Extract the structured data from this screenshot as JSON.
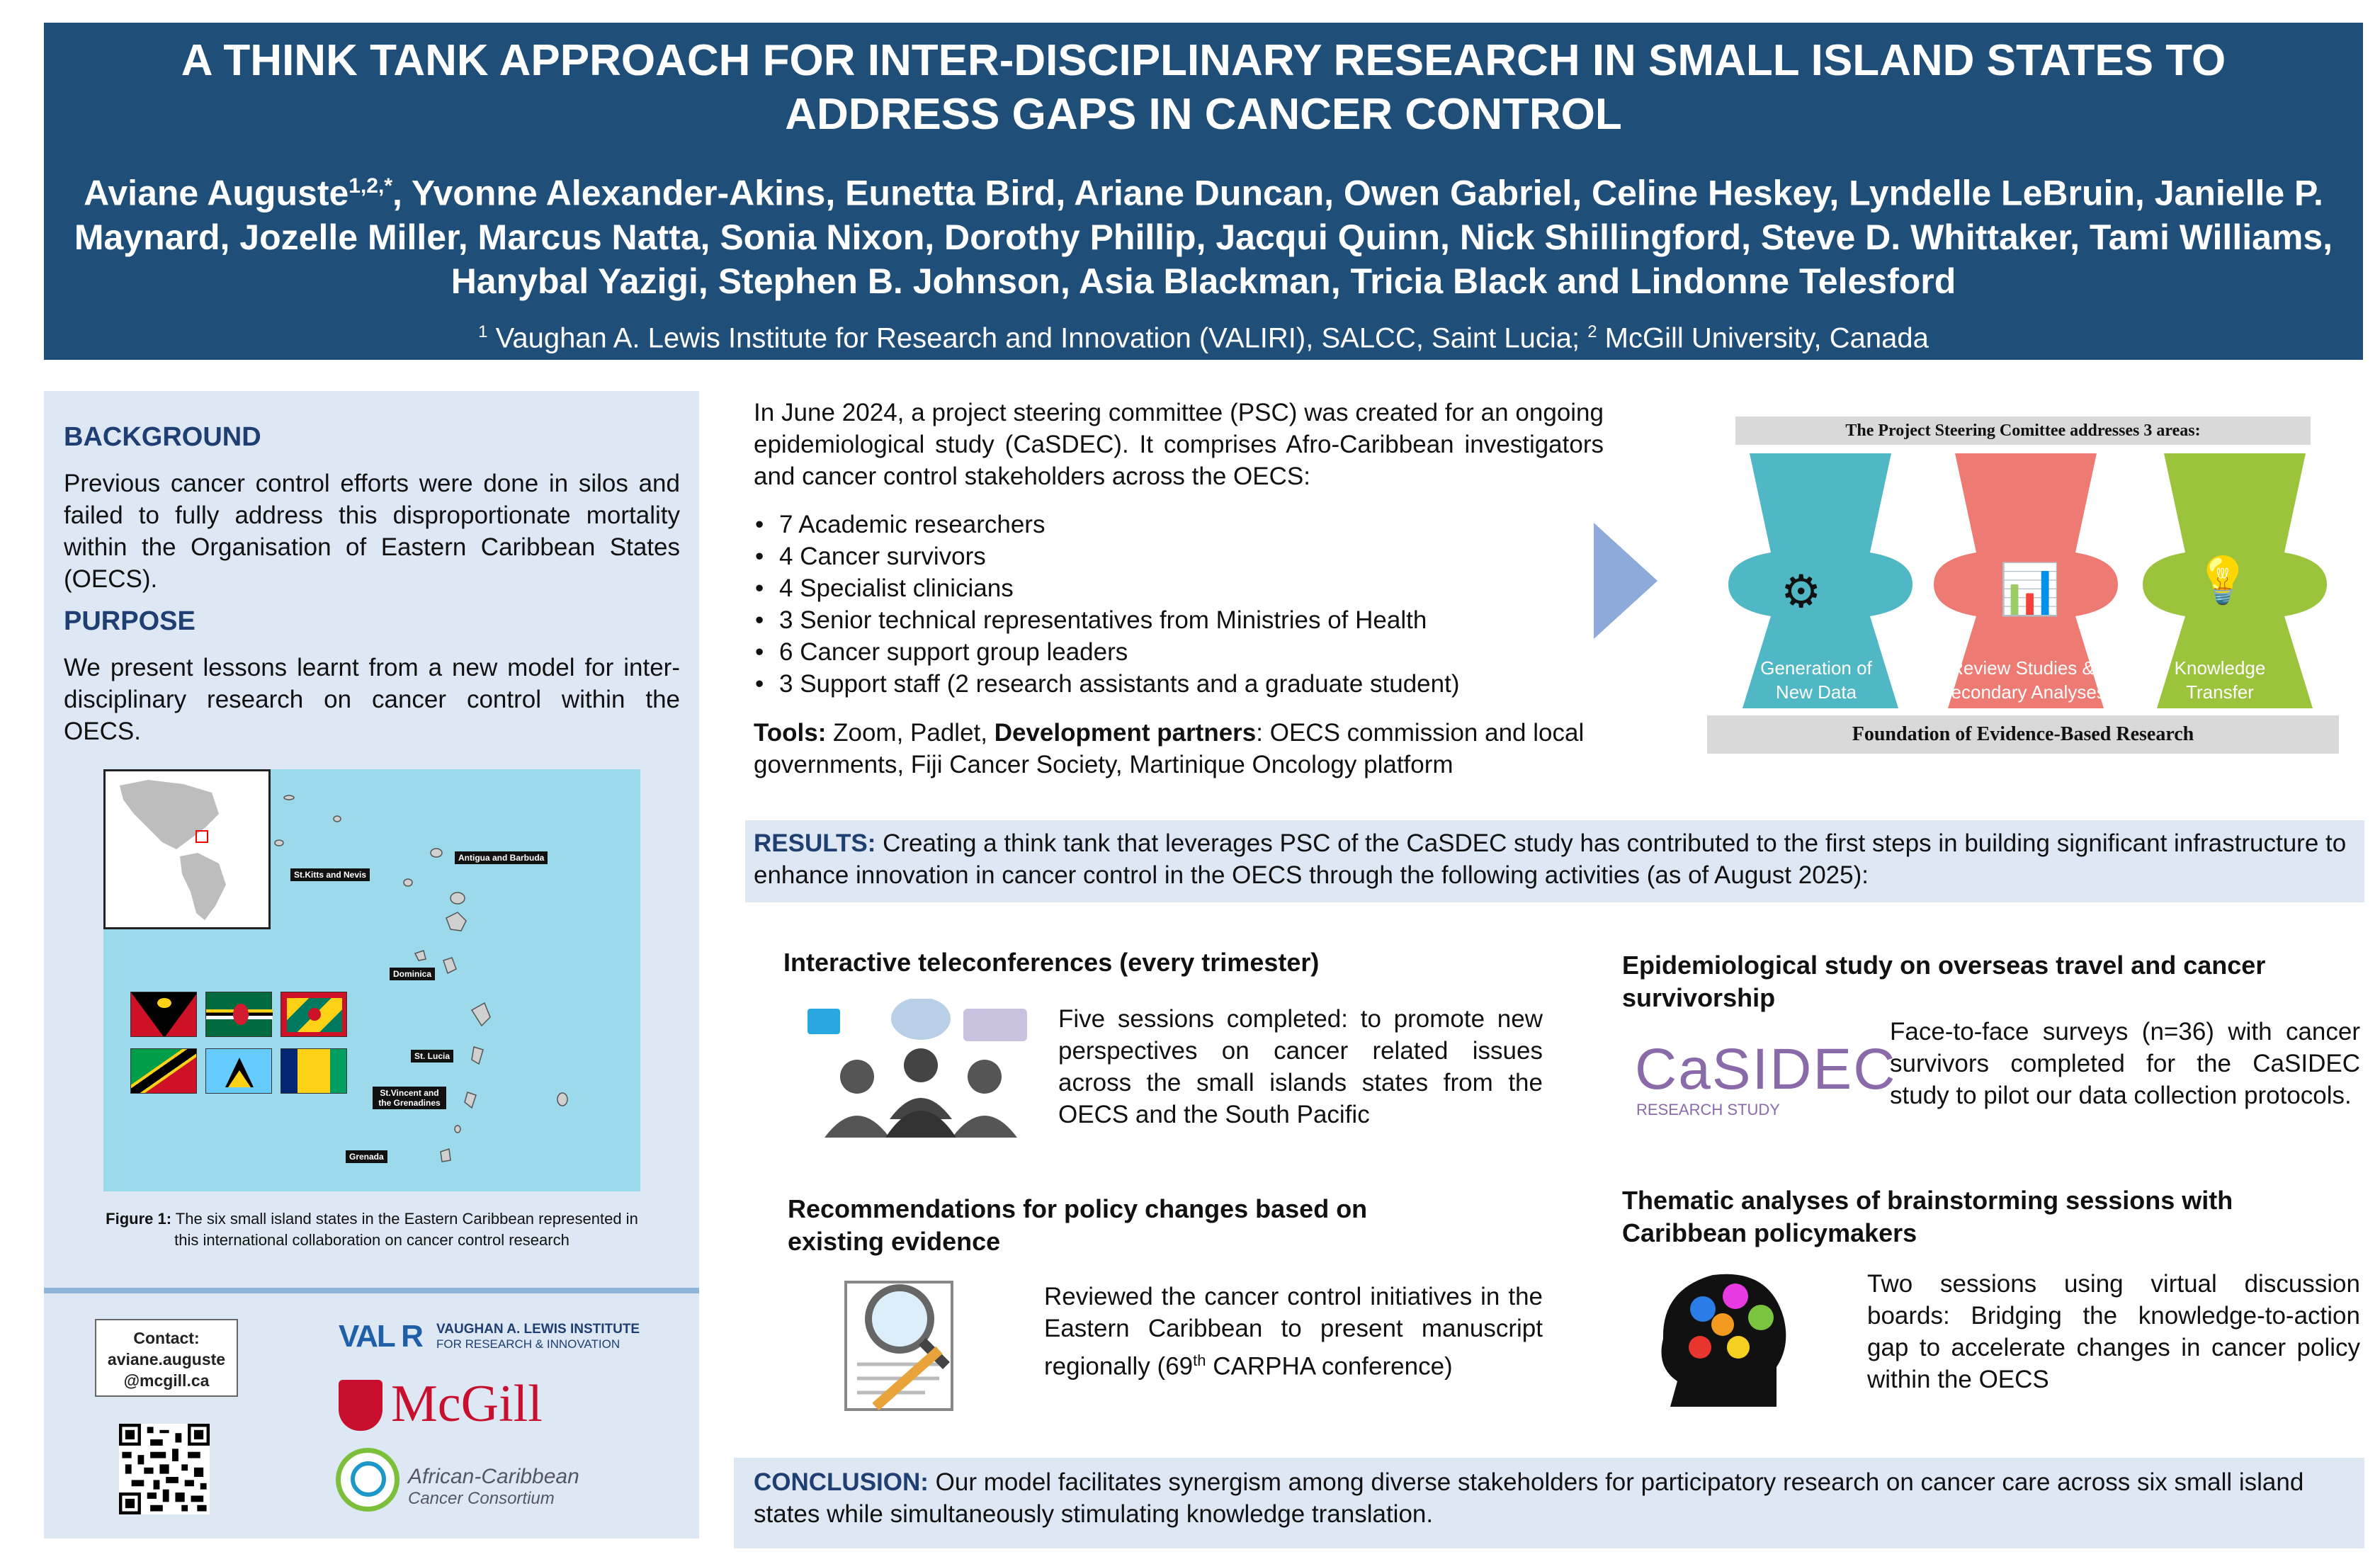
{
  "header": {
    "title": "A THINK TANK APPROACH FOR INTER-DISCIPLINARY RESEARCH IN SMALL ISLAND STATES TO ADDRESS GAPS IN CANCER CONTROL",
    "first_author": "Aviane Auguste",
    "first_author_sup": "1,2,*",
    "authors_rest": ", Yvonne Alexander-Akins, Eunetta Bird, Ariane Duncan, Owen Gabriel, Celine Heskey, Lyndelle LeBruin, Janielle P. Maynard, Jozelle Miller, Marcus Natta, Sonia Nixon, Dorothy Phillip, Jacqui Quinn, Nick Shillingford, Steve D. Whittaker, Tami Williams, Hanybal Yazigi, Stephen B. Johnson, Asia Blackman, Tricia Black and Lindonne Telesford",
    "affil_sup1": "1",
    "affil_1": " Vaughan A. Lewis Institute for Research and Innovation (VALIRI), SALCC, Saint Lucia; ",
    "affil_sup2": "2",
    "affil_2": " McGill University, Canada"
  },
  "left": {
    "background_heading": "BACKGROUND",
    "background_text": "Previous cancer control efforts were done in silos and failed to fully address this disproportionate mortality within the Organisation of Eastern Caribbean States (OECS).",
    "purpose_heading": "PURPOSE",
    "purpose_text": "We present lessons learnt from a new model for inter-disciplinary research on cancer control within the OECS.",
    "map_labels": [
      "St.Kitts and Nevis",
      "Antigua and Barbuda",
      "Dominica",
      "St. Lucia",
      "St.Vincent and the Grenadines",
      "Grenada"
    ],
    "figure_label": "Figure 1:",
    "figure_caption": " The six small island states in the Eastern Caribbean represented in this international collaboration on cancer control research",
    "contact_label": "Contact:",
    "contact_email_1": "aviane.auguste",
    "contact_email_2": "@mcgill.ca",
    "logo_valiri_mark": "VAL R",
    "logo_valiri_line1": "VAUGHAN A. LEWIS INSTITUTE",
    "logo_valiri_line2": "FOR RESEARCH & INNOVATION",
    "logo_mcgill": "McGill",
    "logo_acc_line1": "African-Caribbean",
    "logo_acc_line2": "Cancer Consortium"
  },
  "intro": {
    "text": "In June 2024, a project steering committee (PSC) was created for an ongoing epidemiological study (CaSDEC). It comprises Afro-Caribbean investigators and cancer control stakeholders across the OECS:",
    "bullets": [
      "7 Academic researchers",
      "4 Cancer survivors",
      "4 Specialist clinicians",
      "3 Senior technical representatives from Ministries of Health",
      "6 Cancer support group leaders",
      "3 Support staff (2 research assistants and a graduate student)"
    ],
    "tools_label": "Tools:",
    "tools_text": " Zoom, Padlet, ",
    "partners_label": "Development partners",
    "partners_text": ": OECS commission and local governments, Fiji Cancer Society, Martinique Oncology platform"
  },
  "psc_diagram": {
    "header": "The Project Steering Comittee addresses 3 areas:",
    "pillars": [
      {
        "label": "Generation of New Data",
        "color": "#4fb8c4"
      },
      {
        "label": "Review Studies & Secondary Analyses",
        "color": "#ee7b73"
      },
      {
        "label": "Knowledge Transfer",
        "color": "#9cc33c"
      }
    ],
    "footer": "Foundation of Evidence-Based Research"
  },
  "results": {
    "label": "RESULTS:",
    "text": " Creating a think tank that leverages PSC of the CaSDEC study has contributed to the first steps in building significant infrastructure to enhance innovation in cancer control in the OECS through the following activities (as of August 2025):"
  },
  "activities": {
    "tele_heading": "Interactive teleconferences (every trimester)",
    "tele_text": "Five sessions completed: to promote new perspectives on cancer related issues across the small islands states from the OECS and the South Pacific",
    "epi_heading": "Epidemiological study on overseas travel and cancer survivorship",
    "epi_text": "Face-to-face surveys (n=36) with cancer survivors completed for the CaSIDEC study to pilot our data collection protocols.",
    "casidec_logo": "CaSIDEC",
    "casidec_sub": "RESEARCH STUDY",
    "policy_heading": "Recommendations for policy changes based on existing evidence",
    "policy_text_1": "Reviewed the cancer control initiatives in the Eastern Caribbean to present manuscript regionally (69",
    "policy_sup": "th",
    "policy_text_2": " CARPHA conference)",
    "thematic_heading": "Thematic analyses of brainstorming sessions with Caribbean policymakers",
    "thematic_text": "Two sessions using virtual discussion boards: Bridging the knowledge-to-action gap to accelerate changes in cancer policy within the OECS"
  },
  "conclusion": {
    "label": "CONCLUSION:",
    "text": " Our model facilitates synergism among diverse stakeholders for participatory research on cancer care across six small island states while simultaneously stimulating knowledge translation."
  },
  "colors": {
    "header_bg": "#1f4e79",
    "panel_bg": "#dde8f4",
    "heading_blue": "#1f3f72"
  }
}
